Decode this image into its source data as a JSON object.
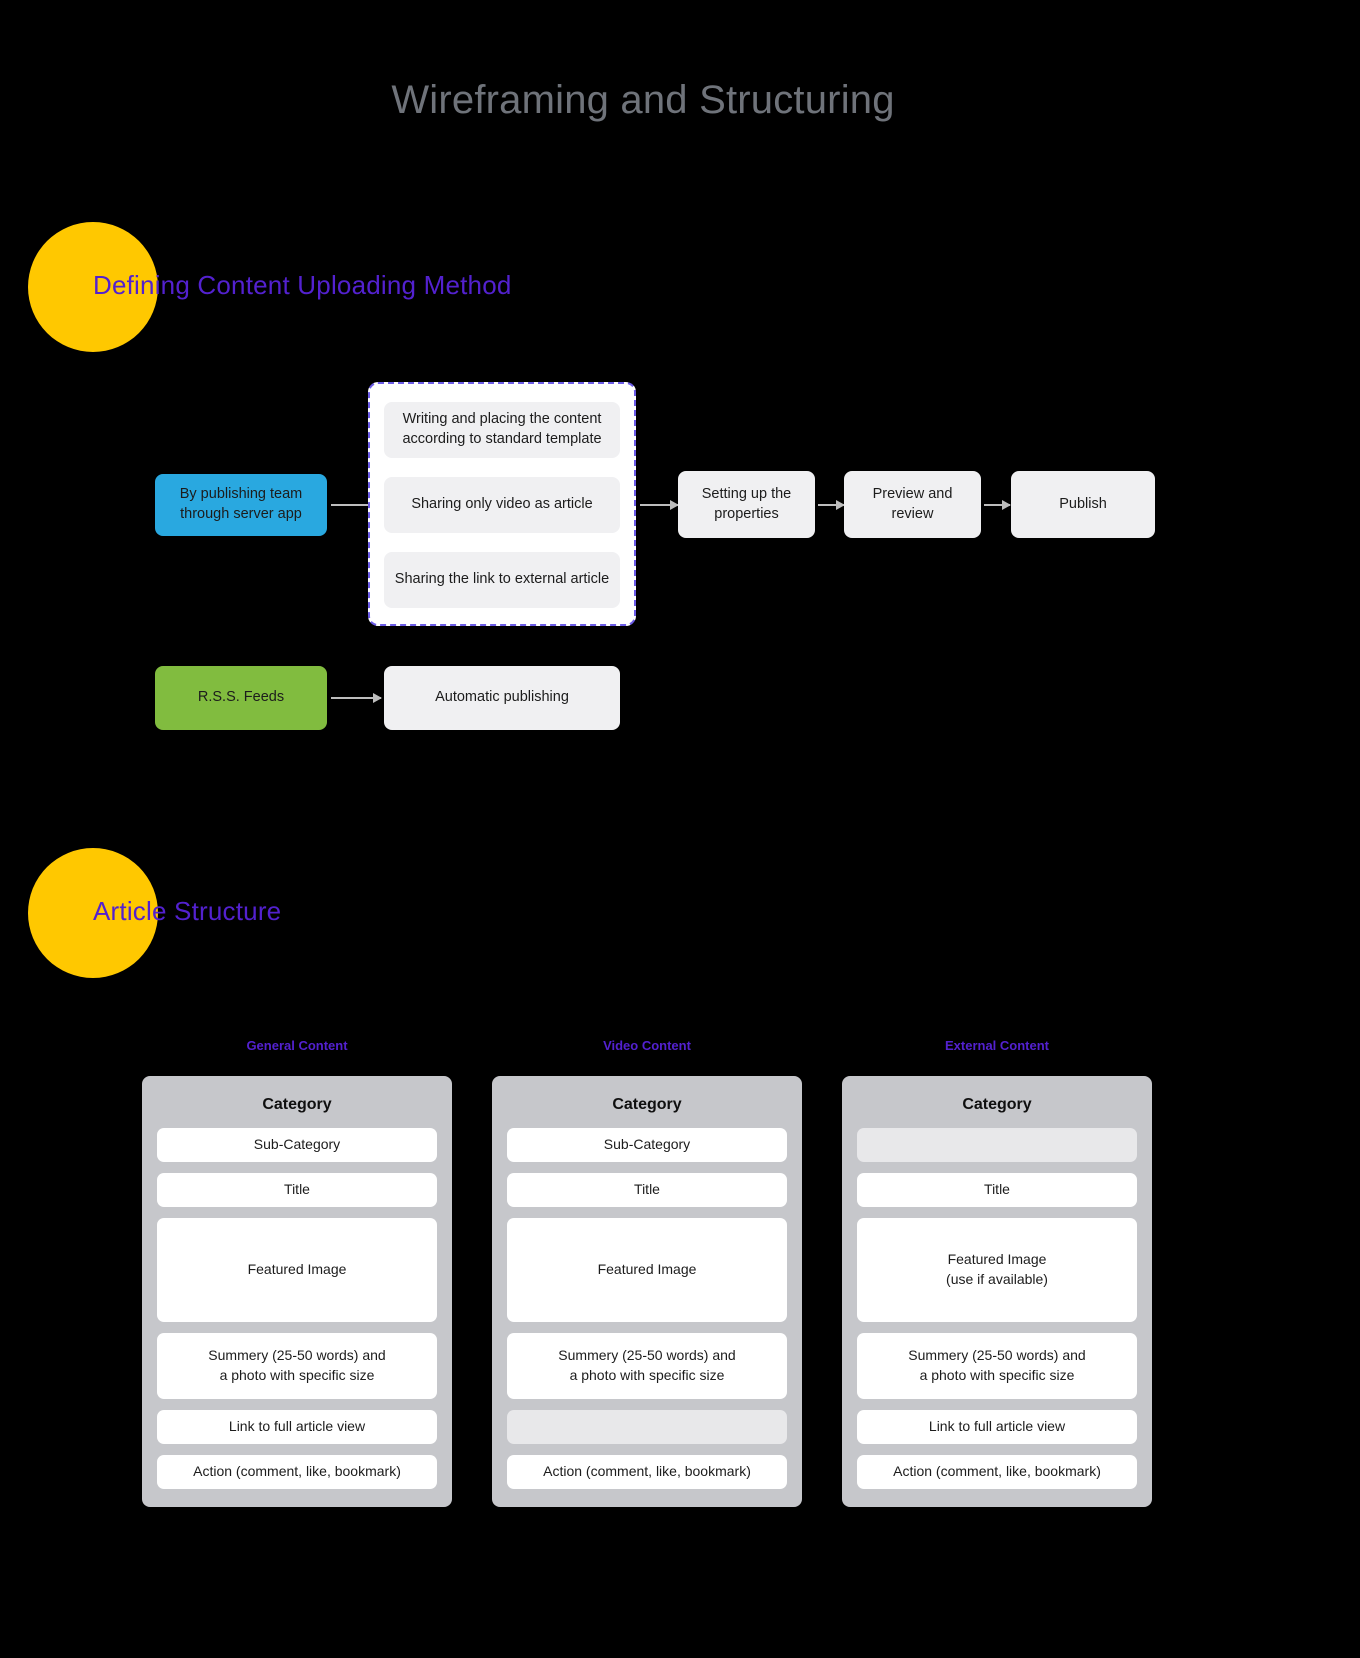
{
  "title": "Wireframing and Structuring",
  "sections": [
    {
      "label": "Defining Content Uploading Method"
    },
    {
      "label": "Article Structure"
    }
  ],
  "flow": {
    "source_publishing": "By publishing team\nthrough server app",
    "source_rss": "R.S.S. Feeds",
    "group_options": [
      "Writing and placing the content\naccording to standard template",
      "Sharing only video as article",
      "Sharing the link to external article"
    ],
    "steps": [
      "Setting up the\nproperties",
      "Preview and\nreview",
      "Publish"
    ],
    "rss_target": "Automatic publishing"
  },
  "wireframes": {
    "category_label": "Category",
    "columns": [
      {
        "title": "General Content",
        "rows": [
          {
            "text": "Sub-Category",
            "size": "sm",
            "empty": false
          },
          {
            "text": "Title",
            "size": "sm",
            "empty": false
          },
          {
            "text": "Featured Image",
            "size": "img",
            "empty": false
          },
          {
            "text": "Summery (25-50 words) and\na photo with specific size",
            "size": "sum",
            "empty": false
          },
          {
            "text": "Link to full article view",
            "size": "sm",
            "empty": false
          },
          {
            "text": "Action (comment, like, bookmark)",
            "size": "sm",
            "empty": false
          }
        ]
      },
      {
        "title": "Video Content",
        "rows": [
          {
            "text": "Sub-Category",
            "size": "sm",
            "empty": false
          },
          {
            "text": "Title",
            "size": "sm",
            "empty": false
          },
          {
            "text": "Featured Image",
            "size": "img",
            "empty": false
          },
          {
            "text": "Summery (25-50 words) and\na photo with specific size",
            "size": "sum",
            "empty": false
          },
          {
            "text": "",
            "size": "sm",
            "empty": true
          },
          {
            "text": "Action (comment, like, bookmark)",
            "size": "sm",
            "empty": false
          }
        ]
      },
      {
        "title": "External Content",
        "rows": [
          {
            "text": "",
            "size": "sm",
            "empty": true
          },
          {
            "text": "Title",
            "size": "sm",
            "empty": false
          },
          {
            "text": "Featured Image\n(use if available)",
            "size": "img",
            "empty": false
          },
          {
            "text": "Summery (25-50 words) and\na photo with specific size",
            "size": "sum",
            "empty": false
          },
          {
            "text": "Link to full article view",
            "size": "sm",
            "empty": false
          },
          {
            "text": "Action (comment, like, bookmark)",
            "size": "sm",
            "empty": false
          }
        ]
      }
    ]
  },
  "colors": {
    "background": "#000000",
    "title": "#6f737a",
    "accent_purple": "#5321cf",
    "accent_yellow": "#ffc800",
    "source_blue": "#29a8e0",
    "source_green": "#81bc3f",
    "box_grey": "#f0f0f2",
    "panel_grey": "#c6c7cb",
    "arrow_grey": "#bdbdbd"
  }
}
